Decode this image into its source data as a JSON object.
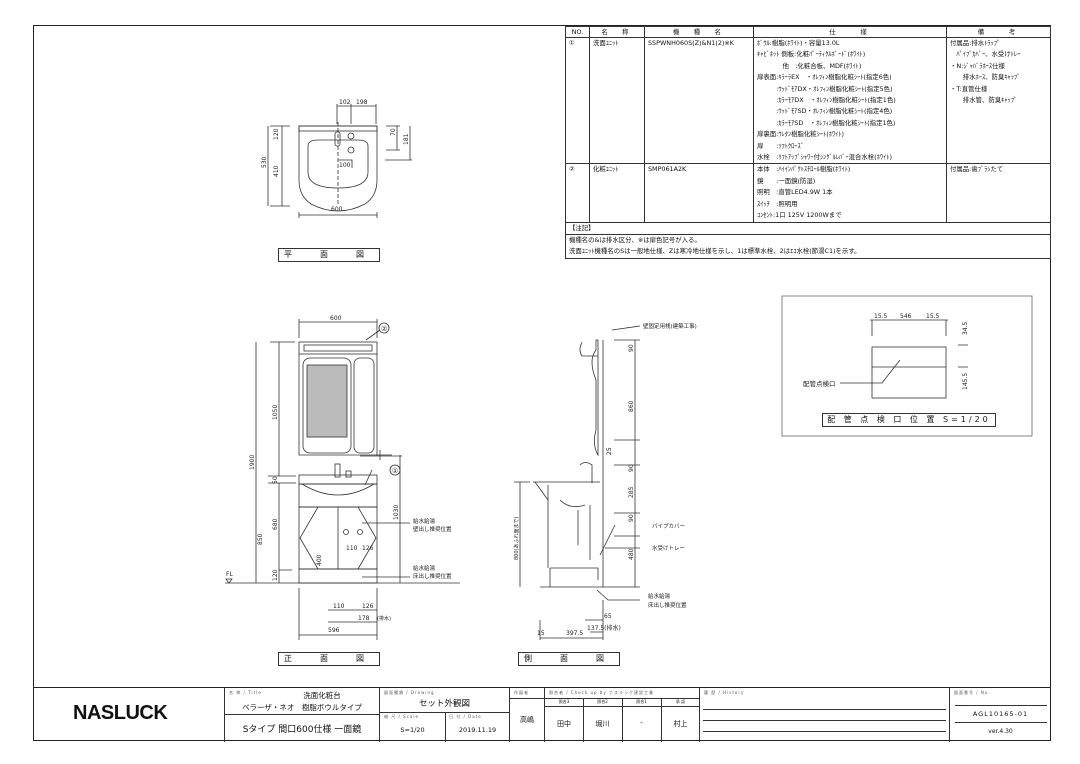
{
  "spec_table": {
    "headers": [
      "NO.",
      "名　称",
      "機　種　名",
      "仕　　様",
      "備　　考"
    ],
    "rows": [
      {
        "no": "①",
        "name": "洗面ﾕﾆｯﾄ",
        "model": "SSPWNH060S(Z)&N1(2)※K",
        "spec": [
          "ﾎﾞｳﾙ:樹脂(ﾎﾜｲﾄ)・容量13.0L",
          "ｷｬﾋﾞﾈｯﾄ 側板:化粧ﾊﾟｰﾃｨｸﾙﾎﾞｰﾄﾞ(ﾎﾜｲﾄ)",
          "　　　　他　:化粧合板、MDF(ﾎﾜｲﾄ)",
          "扉表面:ｷﾗｰﾗEX　・ｵﾚﾌｨﾝ樹脂化粧ｼｰﾄ(指定6色)",
          "　　　:ｳｯﾄﾞﾓｱDX・ｵﾚﾌｨﾝ樹脂化粧ｼｰﾄ(指定5色)",
          "　　　:ｶﾗｰﾓｱDX　・ｵﾚﾌｨﾝ樹脂化粧ｼｰﾄ(指定1色)",
          "　　　:ｳｯﾄﾞﾓｱSD・ｵﾚﾌｨﾝ樹脂化粧ｼｰﾄ(指定4色)",
          "　　　:ｶﾗｰﾓｱSD　・ｵﾚﾌｨﾝ樹脂化粧ｼｰﾄ(指定1色)",
          "扉裏面:ｳﾚﾀﾝ樹脂化粧ｼｰﾄ(ﾎﾜｲﾄ)",
          "扉　　:ｿﾌﾄｸﾛｰｽﾞ",
          "水栓　:ﾘﾌﾄｱｯﾌﾟｼｬﾜｰ付ｼﾝｸﾞﾙﾚﾊﾞｰ混合水栓(ﾎﾜｲﾄ)"
        ],
        "notes": [
          "付属品:排水ﾄﾗｯﾌﾟ",
          "　ﾊﾟｲﾌﾟｶﾊﾞｰ、水受けﾄﾚｰ",
          "・N:ｼﾞｬﾊﾞﾗﾎｰｽ仕様",
          "　　排水ﾎｰｽ、防臭ｷｬｯﾌﾟ",
          "・T:直管仕様",
          "　　排水管、防臭ｷｬｯﾌﾟ"
        ]
      },
      {
        "no": "②",
        "name": "化粧ﾕﾆｯﾄ",
        "model": "SMP061A2K",
        "spec": [
          "本体　:ﾊｲｲﾝﾊﾟｸﾄｽﾁﾛｰﾙ樹脂(ﾎﾜｲﾄ)",
          "鏡　　:一面鏡(防湿)",
          "照明　:直管LED4.9W 1本",
          "ｽｲｯﾁ　:照明用",
          "ｺﾝｾﾝﾄ:1口 125V 1200Wまで"
        ],
        "notes": [
          "付属品:歯ﾌﾞﾗｼたて"
        ]
      }
    ],
    "remarks_header": "【注記】",
    "remarks": [
      "機種名の&は排水区分、※は扉色記号が入る。",
      "洗面ﾕﾆｯﾄ機種名のSは一般地仕様、Zは寒冷地仕様を示し、1は標準水栓、2はｴｺ水栓(節湯C1)を示す。"
    ]
  },
  "plan_view": {
    "title": "平　面　図",
    "dims": [
      "102",
      "198",
      "120",
      "410",
      "530",
      "70",
      "181",
      "100",
      "600"
    ]
  },
  "front_view": {
    "title": "正　面　図",
    "dims": [
      "600",
      "1050",
      "1900",
      "50",
      "680",
      "850",
      "120",
      "400",
      "1030",
      "110",
      "126",
      "110",
      "126",
      "178",
      "(排水)",
      "596"
    ],
    "fl": "FL",
    "callouts": [
      "①",
      "②"
    ],
    "labels": [
      "給水給湯",
      "壁出し推奨位置",
      "給水給湯",
      "床出し推奨位置"
    ]
  },
  "side_view": {
    "title": "側　面　図",
    "dims": [
      "90",
      "860",
      "25",
      "90",
      "285",
      "90",
      "480",
      "800(あふれ面まで)",
      "65",
      "137.5(排水)",
      "15",
      "397.5"
    ],
    "labels": [
      "壁固定用桟(建築工事)",
      "パイプカバー",
      "水受けトレー",
      "給水給湯",
      "床出し推奨位置"
    ]
  },
  "inspection": {
    "title": "配 管 点 検 口 位 置  S=1/20",
    "label": "配管点検口",
    "dims": [
      "15.5",
      "546",
      "15.5",
      "34.5",
      "145.5"
    ]
  },
  "title_block": {
    "logo": "NASLUCK",
    "title_label": "名 称 / Title",
    "title": "洗面化粧台",
    "subtitle": "ベラーザ・ネオ　樹脂ボウルタイプ",
    "spec_line": "Sタイプ 間口600仕様 一面鏡",
    "drawing_label": "図面種類 / Drawing",
    "drawing": "セット外観図",
    "scale_label": "縮 尺 / Scale",
    "scale": "S=1/20",
    "date_label": "日 付 / Date",
    "date": "2019.11.19",
    "drafter_label": "作図者",
    "drafter": "高嶋",
    "check_label": "照合者 / Check up by ナスラック建設工業",
    "checkers": [
      {
        "role": "照合3",
        "name": "田中"
      },
      {
        "role": "照合2",
        "name": "堀川"
      },
      {
        "role": "照合1",
        "name": "-"
      },
      {
        "role": "承 認",
        "name": "村上"
      }
    ],
    "history_label": "履 歴 / History",
    "no_label": "図面番号 / No.",
    "number": "AGL10165-01",
    "version": "ver.4.30"
  }
}
